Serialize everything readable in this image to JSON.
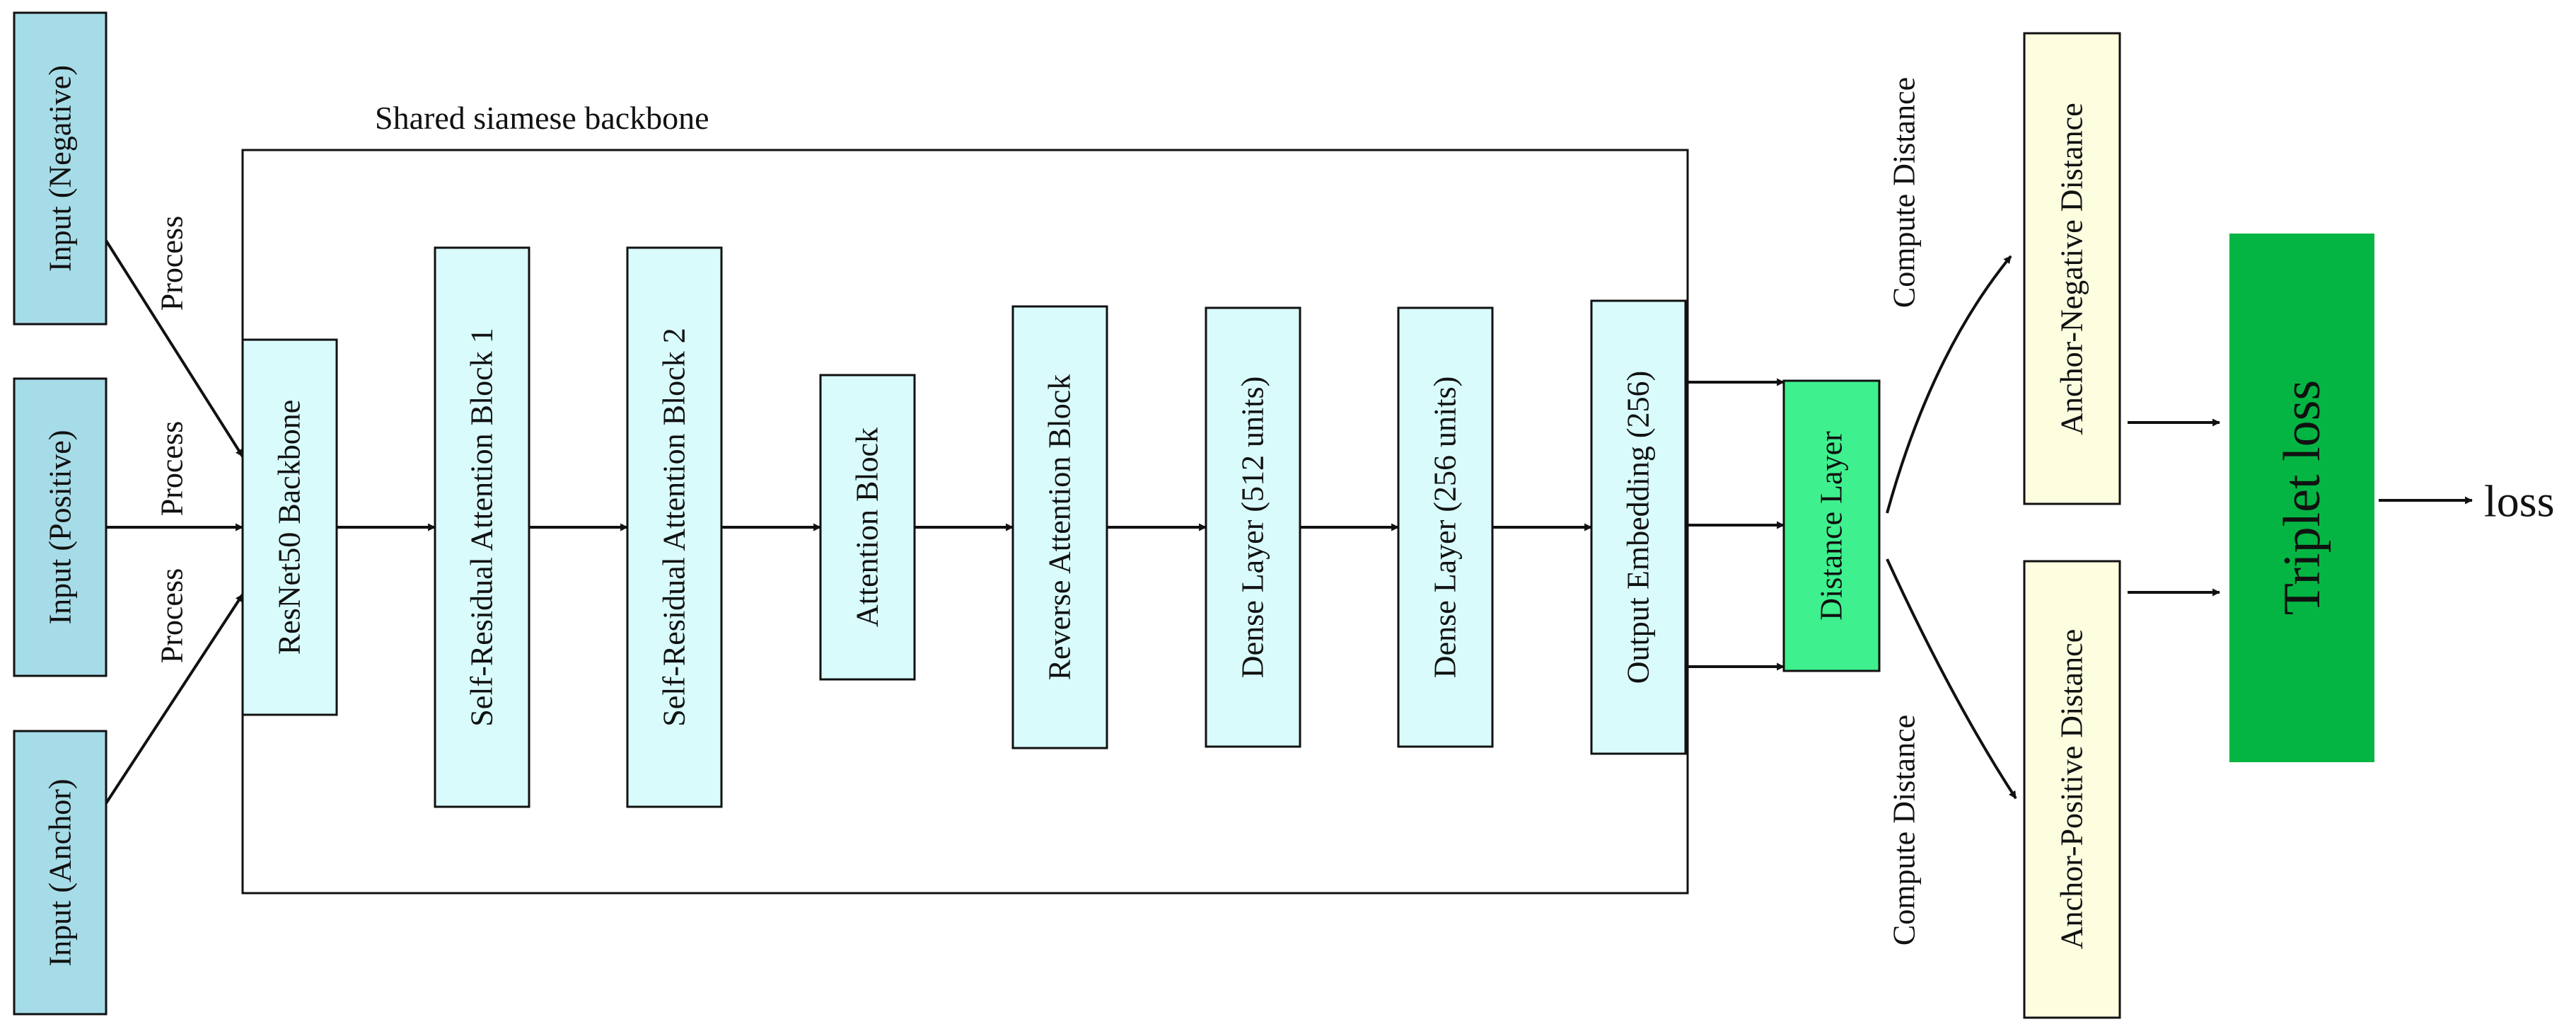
{
  "group_title": "Shared siamese backbone",
  "inputs": {
    "negative": "Input (Negative)",
    "positive": "Input (Positive)",
    "anchor": "Input (Anchor)"
  },
  "edge_labels": {
    "process": "Process",
    "compute_distance": "Compute Distance"
  },
  "layers": [
    "ResNet50 Backbone",
    "Self-Residual Attention Block 1",
    "Self-Residual Attention Block 2",
    "Attention Block",
    "Reverse Attention Block",
    "Dense Layer (512 units)",
    "Dense Layer (256 units)",
    "Output Embedding (256)"
  ],
  "distance_layer": "Distance Layer",
  "distances": {
    "negative": "Anchor-Negative Distance",
    "positive": "Anchor-Positive Distance"
  },
  "triplet_loss": "Triplet loss",
  "output": "loss",
  "colors": {
    "input_fill": "#a6dce8",
    "layer_fill": "#d9fbfb",
    "distance_layer_fill": "#3ff08e",
    "distance_output_fill": "#fdfde0",
    "triplet_loss_fill": "#04b543"
  }
}
